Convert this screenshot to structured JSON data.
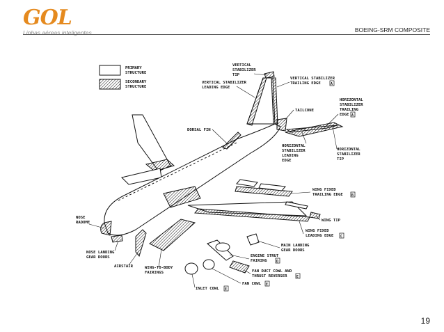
{
  "header": {
    "logo_text": "GOL",
    "logo_tagline": "Linhas aéreas inteligentes",
    "title": "BOEING-SRM COMPOSITE"
  },
  "footer": {
    "page_number": "19"
  },
  "colors": {
    "logo_orange": "#e58a1f",
    "logo_gray": "#8a8a8a",
    "line": "#111111"
  },
  "legend": {
    "primary": [
      "PRIMARY",
      "STRUCTURE"
    ],
    "secondary": [
      "SECONDARY",
      "STRUCTURE"
    ]
  },
  "labels": {
    "vstab_tip": [
      "VERTICAL",
      "STABILIZER",
      "TIP"
    ],
    "vstab_le": [
      "VERTICAL STABILIZER",
      "LEADING EDGE"
    ],
    "vstab_te": [
      "VERTICAL STABILIZER",
      "TRAILING EDGE"
    ],
    "vstab_te_ref": "A",
    "tailcone": "TAILCONE",
    "hstab_te": [
      "HORIZONTAL",
      "STABILIZER",
      "TRAILING",
      "EDGE"
    ],
    "hstab_te_ref": "A",
    "dorsal_fin": "DORSAL FIN",
    "hstab_le": [
      "HORIZONTAL",
      "STABILIZER",
      "LEADING",
      "EDGE"
    ],
    "hstab_tip": [
      "HORIZONTAL",
      "STABILIZER",
      "TIP"
    ],
    "wing_fixed_te": [
      "WING FIXED",
      "TRAILING EDGE"
    ],
    "wing_fixed_te_ref": "B",
    "nose_radome": [
      "NOSE",
      "RADOME"
    ],
    "wing_tip": "WING TIP",
    "wing_fixed_le": [
      "WING FIXED",
      "LEADING EDGE"
    ],
    "wing_fixed_le_ref": "C",
    "nose_landing_gear_doors": [
      "NOSE LANDING",
      "GEAR DOORS"
    ],
    "main_landing_gear_doors": [
      "MAIN LANDING",
      "GEAR DOORS"
    ],
    "airstair": "AIRSTAIR",
    "engine_strut_fairing": [
      "ENGINE STRUT",
      "FAIRING"
    ],
    "engine_strut_fairing_ref": "D",
    "wing_to_body_fairings": [
      "WING-TO-BODY",
      "FAIRINGS"
    ],
    "fan_duct_cowl": [
      "FAN DUCT COWL AND",
      "THRUST REVERSER"
    ],
    "fan_duct_cowl_ref": "E",
    "fan_cowl": "FAN COWL",
    "fan_cowl_ref": "E",
    "inlet_cowl": "INLET COWL",
    "inlet_cowl_ref": "E"
  }
}
